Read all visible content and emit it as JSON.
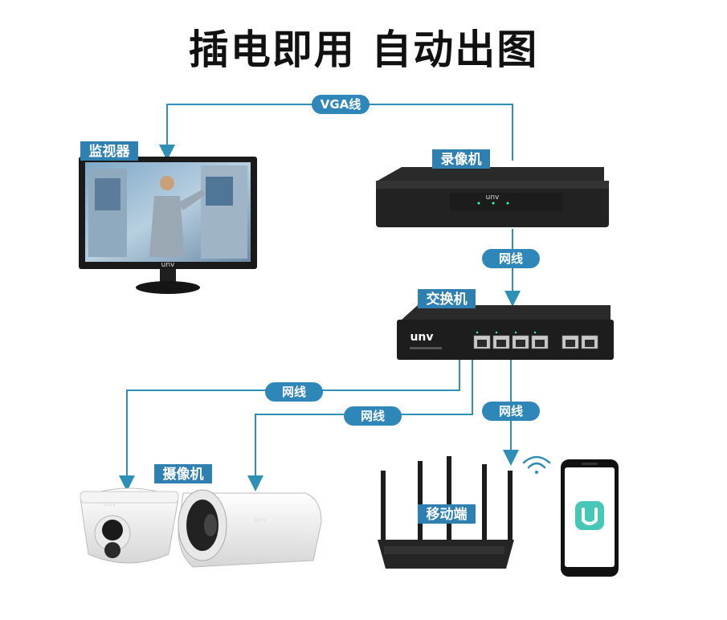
{
  "title": "插电即用 自动出图",
  "labels": {
    "monitor": "监视器",
    "nvr": "录像机",
    "switch": "交换机",
    "camera": "摄像机",
    "mobile": "移动端"
  },
  "links": {
    "vga": "VGA线",
    "net1": "网线",
    "net2": "网线",
    "net3": "网线",
    "net4": "网线"
  },
  "brand": "unv",
  "colors": {
    "line": "#2f8fb5",
    "label_bg": "#2f7fb0",
    "pill_bg": "#2f86b8"
  }
}
